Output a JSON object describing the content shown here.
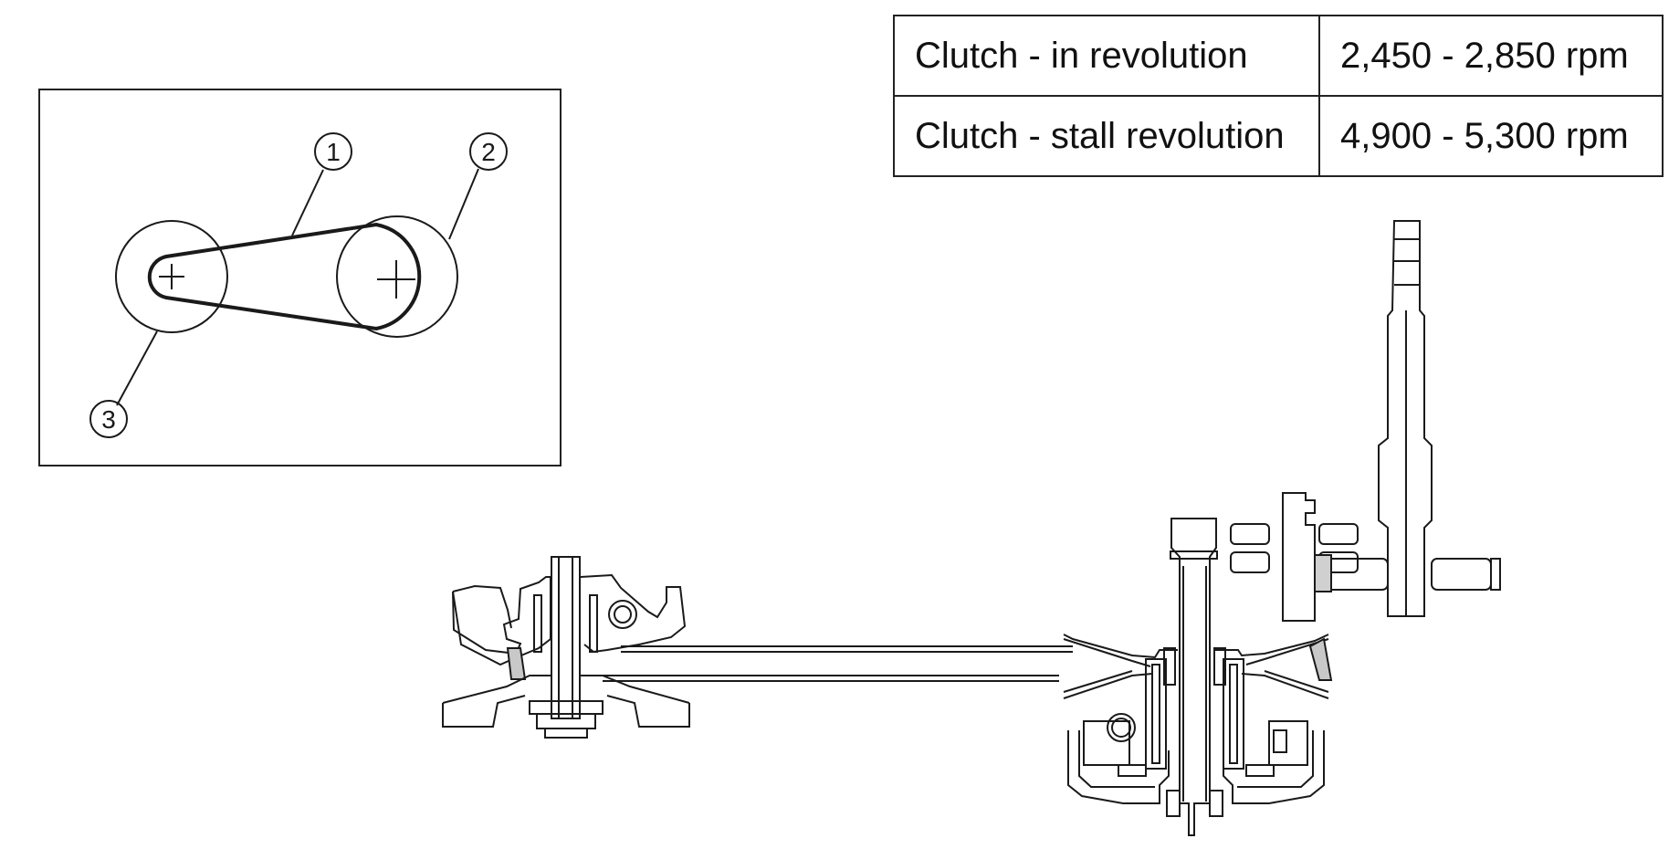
{
  "spec_table": {
    "rows": [
      {
        "label": "Clutch - in revolution",
        "value": "2,450 - 2,850 rpm"
      },
      {
        "label": "Clutch - stall revolution",
        "value": "4,900 - 5,300 rpm"
      }
    ]
  },
  "belt_diagram": {
    "callouts": [
      "1",
      "2",
      "3"
    ]
  },
  "line_color": "#1a1a1a"
}
